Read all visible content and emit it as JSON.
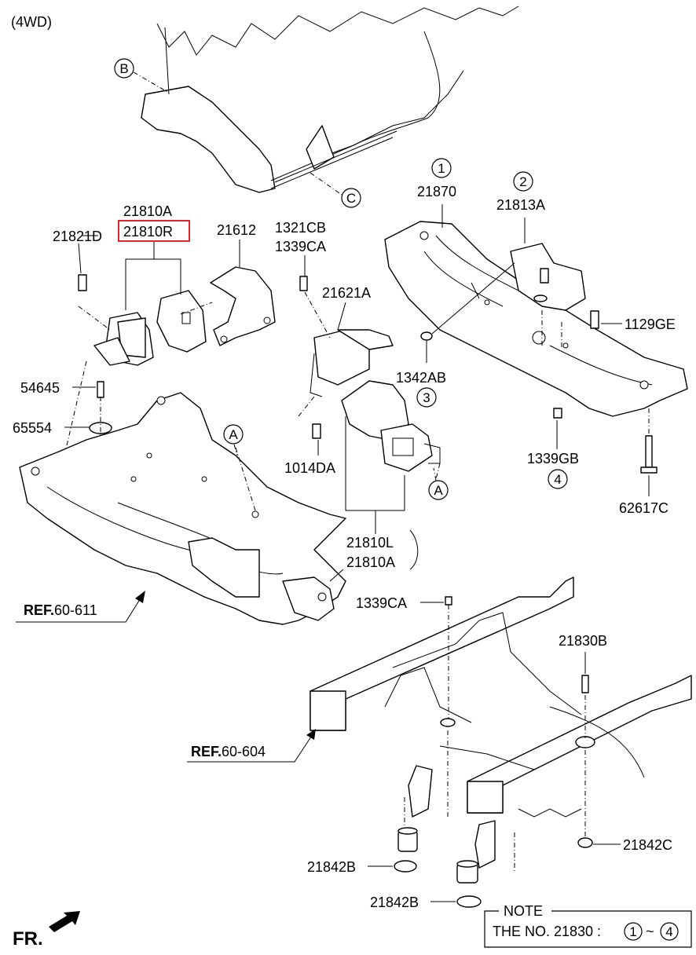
{
  "variant_label": "(4WD)",
  "view_markers": {
    "b": "B",
    "c": "C",
    "a_left": "A",
    "a_right": "A"
  },
  "circled_numbers": {
    "n1": "1",
    "n2": "2",
    "n3": "3",
    "n4": "4"
  },
  "part_labels": {
    "p21810A_top": "21810A",
    "p21810R": "21810R",
    "p21821D": "21821D",
    "p21612": "21612",
    "p1321CB": "1321CB",
    "p1339CA_top": "1339CA",
    "p21621A": "21621A",
    "p54645": "54645",
    "p65554": "65554",
    "p1014DA": "1014DA",
    "p1342AB": "1342AB",
    "p21870": "21870",
    "p21813A": "21813A",
    "p1129GE": "1129GE",
    "p1339GB": "1339GB",
    "p62617C": "62617C",
    "p21810L": "21810L",
    "p21810A_bottom": "21810A",
    "p1339CA_bottom": "1339CA",
    "p21830B": "21830B",
    "p21842C": "21842C",
    "p21842B_1": "21842B",
    "p21842B_2": "21842B"
  },
  "refs": {
    "ref1": {
      "prefix": "REF.",
      "code": "60-611"
    },
    "ref2": {
      "prefix": "REF.",
      "code": "60-604"
    }
  },
  "direction_label": "FR.",
  "note": {
    "title": "NOTE",
    "text": "THE NO. 21830 :",
    "range_start": "1",
    "range_sep": "~",
    "range_end": "4"
  },
  "highlight_color": "#e8252b"
}
